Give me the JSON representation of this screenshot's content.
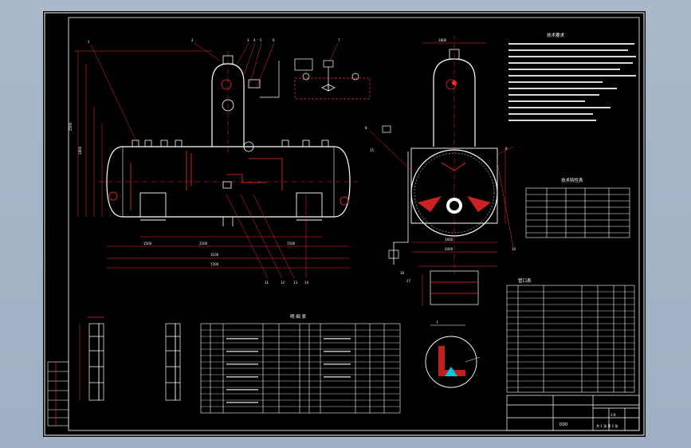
{
  "drawing": {
    "title_block": {
      "scale_label": "1:8",
      "sheet_label": "共 1 张  第 1 张",
      "drawing_no": "000"
    },
    "tables": {
      "parts_list_title": "明 细 表",
      "tech_params_title": "技术特性表",
      "tech_requirements_title": "技术要求",
      "nozzle_table_title": "管口表"
    },
    "balloons": [
      "1",
      "2",
      "3",
      "4",
      "5",
      "6",
      "7",
      "8",
      "9",
      "10",
      "11",
      "12",
      "13",
      "14",
      "15",
      "16",
      "17"
    ],
    "detail_label": "I",
    "colors": {
      "outline": "#ffffff",
      "dimension": "#ff2a2a",
      "frame": "#ffffff",
      "hatch": "#ff2a2a",
      "accent": "#00c8e0"
    }
  }
}
